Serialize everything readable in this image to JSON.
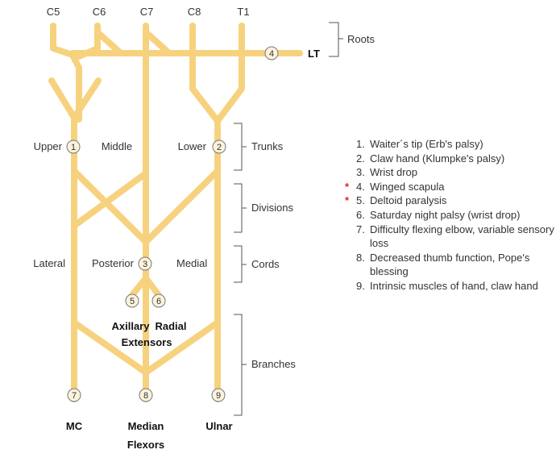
{
  "colors": {
    "nerve": "#F7D27E",
    "text": "#333333",
    "bracket": "#555555",
    "asterisk": "#E8202A"
  },
  "roots": [
    "C5",
    "C6",
    "C7",
    "C8",
    "T1"
  ],
  "trunks": {
    "upper": "Upper",
    "middle": "Middle",
    "lower": "Lower"
  },
  "cords": {
    "lateral": "Lateral",
    "posterior": "Posterior",
    "medial": "Medial"
  },
  "nerves": {
    "lt": "LT",
    "axillary": "Axillary",
    "radial": "Radial",
    "extensors": "Extensors",
    "mc": "MC",
    "median": "Median",
    "flexors": "Flexors",
    "ulnar": "Ulnar"
  },
  "levels": {
    "roots": "Roots",
    "trunks": "Trunks",
    "divisions": "Divisions",
    "cords": "Cords",
    "branches": "Branches"
  },
  "markers": [
    "1",
    "2",
    "3",
    "4",
    "5",
    "6",
    "7",
    "8",
    "9"
  ],
  "legend": [
    {
      "num": "1.",
      "text": "Waiter´s tip (Erb's palsy)",
      "asterisk": false
    },
    {
      "num": "2.",
      "text": "Claw hand (Klumpke's palsy)",
      "asterisk": false
    },
    {
      "num": "3.",
      "text": "Wrist drop",
      "asterisk": false
    },
    {
      "num": "4.",
      "text": "Winged scapula",
      "asterisk": true
    },
    {
      "num": "5.",
      "text": "Deltoid paralysis",
      "asterisk": true
    },
    {
      "num": "6.",
      "text": "Saturday night palsy (wrist drop)",
      "asterisk": false
    },
    {
      "num": "7.",
      "text": "Difficulty flexing elbow, variable sensory loss",
      "asterisk": false
    },
    {
      "num": "8.",
      "text": "Decreased thumb function, Pope's blessing",
      "asterisk": false
    },
    {
      "num": "9.",
      "text": "Intrinsic muscles of hand, claw hand",
      "asterisk": false
    }
  ],
  "asterisk_symbol": "*"
}
